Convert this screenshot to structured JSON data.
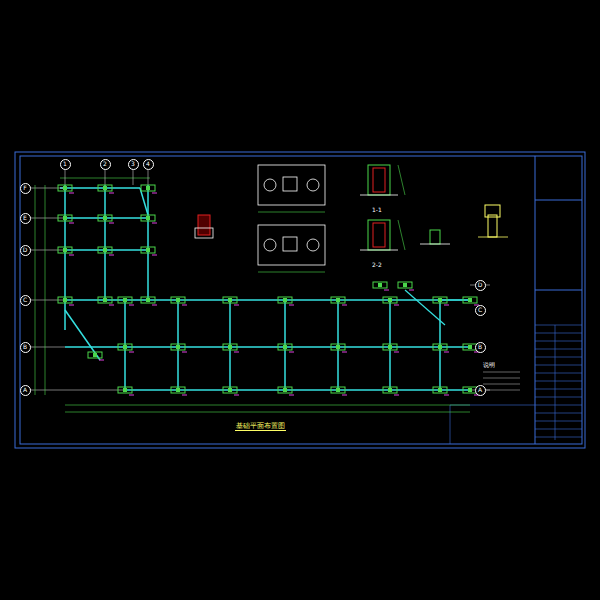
{
  "diagram": {
    "title": "基础平面布置图",
    "nodes": [
      {
        "text": [
          "1"
        ]
      },
      {
        "text": [
          "2"
        ]
      },
      {
        "text": [
          "3"
        ]
      },
      {
        "text": [
          "4"
        ]
      },
      {
        "text": [
          "F"
        ]
      },
      {
        "text": [
          "E"
        ]
      },
      {
        "text": [
          "D"
        ]
      },
      {
        "text": [
          "C"
        ]
      },
      {
        "text": [
          "B"
        ]
      },
      {
        "text": [
          "A"
        ]
      },
      {
        "text": [
          "D"
        ]
      },
      {
        "text": [
          "C"
        ]
      },
      {
        "text": [
          "B"
        ]
      },
      {
        "text": [
          "A"
        ]
      }
    ],
    "labels": [
      "1-1",
      "2-2",
      "说明"
    ]
  }
}
